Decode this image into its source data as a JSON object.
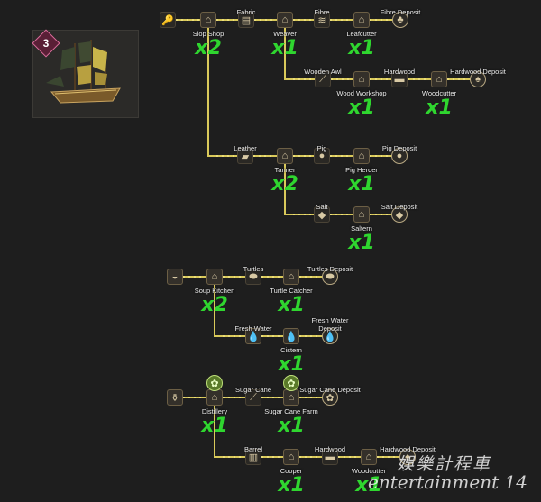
{
  "ship": {
    "tier": "3",
    "icon": "pirate-ship"
  },
  "nodes": [
    {
      "id": "start",
      "icon": "key-icon",
      "glyph": "🔑",
      "shape": "plain",
      "label": ""
    },
    {
      "id": "slop-shop",
      "icon": "shop-building-icon",
      "glyph": "⌂",
      "shape": "square",
      "label": "Slop Shop"
    },
    {
      "id": "fabric",
      "icon": "fabric-bolt-icon",
      "glyph": "▤",
      "shape": "plain",
      "label": "Fabric"
    },
    {
      "id": "weaver",
      "icon": "loom-building-icon",
      "glyph": "⌂",
      "shape": "square",
      "label": "Weaver"
    },
    {
      "id": "fibre",
      "icon": "fibre-icon",
      "glyph": "≋",
      "shape": "plain",
      "label": "Fibre"
    },
    {
      "id": "leafcutter",
      "icon": "leaf-building-icon",
      "glyph": "⌂",
      "shape": "square",
      "label": "Leafcutter"
    },
    {
      "id": "fibre-deposit",
      "icon": "fibre-deposit-icon",
      "glyph": "♣",
      "shape": "round",
      "label": "Fibre Deposit"
    },
    {
      "id": "wooden-awl",
      "icon": "awl-icon",
      "glyph": "⟋",
      "shape": "plain",
      "label": "Wooden Awl"
    },
    {
      "id": "wood-workshop",
      "icon": "workshop-building-icon",
      "glyph": "⌂",
      "shape": "square",
      "label": "Wood Workshop"
    },
    {
      "id": "hardwood-1",
      "icon": "hardwood-icon",
      "glyph": "▬",
      "shape": "plain",
      "label": "Hardwood"
    },
    {
      "id": "woodcutter-1",
      "icon": "woodcutter-building-icon",
      "glyph": "⌂",
      "shape": "square",
      "label": "Woodcutter"
    },
    {
      "id": "hardwood-deposit-1",
      "icon": "hardwood-deposit-icon",
      "glyph": "♠",
      "shape": "round",
      "label": "Hardwood Deposit"
    },
    {
      "id": "leather",
      "icon": "leather-icon",
      "glyph": "▰",
      "shape": "plain",
      "label": "Leather"
    },
    {
      "id": "tanner",
      "icon": "tanner-building-icon",
      "glyph": "⌂",
      "shape": "square",
      "label": "Tanner"
    },
    {
      "id": "pig",
      "icon": "pig-icon",
      "glyph": "●",
      "shape": "plain",
      "label": "Pig"
    },
    {
      "id": "pig-herder",
      "icon": "pig-herder-building-icon",
      "glyph": "⌂",
      "shape": "square",
      "label": "Pig Herder"
    },
    {
      "id": "pig-deposit",
      "icon": "pig-deposit-icon",
      "glyph": "●",
      "shape": "round",
      "label": "Pig Deposit"
    },
    {
      "id": "salt",
      "icon": "salt-icon",
      "glyph": "◆",
      "shape": "plain",
      "label": "Salt"
    },
    {
      "id": "saltern",
      "icon": "saltern-building-icon",
      "glyph": "⌂",
      "shape": "square",
      "label": "Saltern"
    },
    {
      "id": "salt-deposit",
      "icon": "salt-deposit-icon",
      "glyph": "◆",
      "shape": "round",
      "label": "Salt Deposit"
    },
    {
      "id": "soup-out",
      "icon": "soup-bowl-icon",
      "glyph": "◒",
      "shape": "square",
      "label": ""
    },
    {
      "id": "soup-kitchen",
      "icon": "kitchen-building-icon",
      "glyph": "⌂",
      "shape": "square",
      "label": "Soup Kitchen"
    },
    {
      "id": "turtles",
      "icon": "turtle-icon",
      "glyph": "⬬",
      "shape": "plain",
      "label": "Turtles"
    },
    {
      "id": "turtle-catcher",
      "icon": "catcher-building-icon",
      "glyph": "⌂",
      "shape": "square",
      "label": "Turtle Catcher"
    },
    {
      "id": "turtles-deposit",
      "icon": "turtles-deposit-icon",
      "glyph": "⬬",
      "shape": "round",
      "label": "Turtles Deposit"
    },
    {
      "id": "fresh-water",
      "icon": "water-drop-icon",
      "glyph": "💧",
      "shape": "square",
      "label": "Fresh Water"
    },
    {
      "id": "cistern",
      "icon": "cistern-building-icon",
      "glyph": "💧",
      "shape": "square",
      "label": "Cistern"
    },
    {
      "id": "fresh-water-deposit",
      "icon": "water-deposit-icon",
      "glyph": "💧",
      "shape": "round",
      "label": "Fresh Water Deposit"
    },
    {
      "id": "rum-out",
      "icon": "bottle-icon",
      "glyph": "⚱",
      "shape": "square",
      "label": ""
    },
    {
      "id": "distillery",
      "icon": "distillery-building-icon",
      "glyph": "⌂",
      "shape": "square",
      "label": "Distillery"
    },
    {
      "id": "distillery-top",
      "icon": "sugar-badge-icon",
      "glyph": "✿",
      "shape": "green",
      "label": ""
    },
    {
      "id": "sugar-cane",
      "icon": "sugar-cane-icon",
      "glyph": "⟋",
      "shape": "plain",
      "label": "Sugar Cane"
    },
    {
      "id": "sugar-cane-farm",
      "icon": "farm-building-icon",
      "glyph": "⌂",
      "shape": "square",
      "label": "Sugar Cane Farm"
    },
    {
      "id": "sugar-farm-top",
      "icon": "sugar-badge-icon",
      "glyph": "✿",
      "shape": "green",
      "label": ""
    },
    {
      "id": "sugar-cane-deposit",
      "icon": "sugar-deposit-icon",
      "glyph": "✿",
      "shape": "round",
      "label": "Sugar Cane Deposit"
    },
    {
      "id": "barrel",
      "icon": "barrel-icon",
      "glyph": "▥",
      "shape": "plain",
      "label": "Barrel"
    },
    {
      "id": "cooper",
      "icon": "cooper-building-icon",
      "glyph": "⌂",
      "shape": "square",
      "label": "Cooper"
    },
    {
      "id": "hardwood-2",
      "icon": "hardwood-icon",
      "glyph": "▬",
      "shape": "plain",
      "label": "Hardwood"
    },
    {
      "id": "woodcutter-2",
      "icon": "woodcutter-building-icon",
      "glyph": "⌂",
      "shape": "square",
      "label": "Woodcutter"
    },
    {
      "id": "hardwood-deposit-2",
      "icon": "hardwood-deposit-icon",
      "glyph": "♠",
      "shape": "round",
      "label": "Hardwood Deposit"
    }
  ],
  "multipliers": [
    {
      "node": "slop-shop",
      "text": "x2"
    },
    {
      "node": "weaver",
      "text": "x1"
    },
    {
      "node": "leafcutter",
      "text": "x1"
    },
    {
      "node": "wood-workshop",
      "text": "x1"
    },
    {
      "node": "woodcutter-1",
      "text": "x1"
    },
    {
      "node": "tanner",
      "text": "x2"
    },
    {
      "node": "pig-herder",
      "text": "x1"
    },
    {
      "node": "saltern",
      "text": "x1"
    },
    {
      "node": "soup-kitchen",
      "text": "x2"
    },
    {
      "node": "turtle-catcher",
      "text": "x1"
    },
    {
      "node": "cistern",
      "text": "x1"
    },
    {
      "node": "distillery",
      "text": "x1"
    },
    {
      "node": "sugar-cane-farm",
      "text": "x1"
    },
    {
      "node": "cooper",
      "text": "x1"
    },
    {
      "node": "woodcutter-2",
      "text": "x1"
    }
  ],
  "edges": [
    [
      "start",
      "slop-shop"
    ],
    [
      "slop-shop",
      "fabric"
    ],
    [
      "fabric",
      "weaver"
    ],
    [
      "weaver",
      "fibre"
    ],
    [
      "fibre",
      "leafcutter"
    ],
    [
      "leafcutter",
      "fibre-deposit"
    ],
    [
      "weaver",
      "wooden-awl"
    ],
    [
      "wooden-awl",
      "wood-workshop"
    ],
    [
      "wood-workshop",
      "hardwood-1"
    ],
    [
      "hardwood-1",
      "woodcutter-1"
    ],
    [
      "woodcutter-1",
      "hardwood-deposit-1"
    ],
    [
      "slop-shop",
      "leather"
    ],
    [
      "leather",
      "tanner"
    ],
    [
      "tanner",
      "pig"
    ],
    [
      "pig",
      "pig-herder"
    ],
    [
      "pig-herder",
      "pig-deposit"
    ],
    [
      "tanner",
      "salt"
    ],
    [
      "salt",
      "saltern"
    ],
    [
      "saltern",
      "salt-deposit"
    ],
    [
      "soup-out",
      "soup-kitchen"
    ],
    [
      "soup-kitchen",
      "turtles"
    ],
    [
      "turtles",
      "turtle-catcher"
    ],
    [
      "turtle-catcher",
      "turtles-deposit"
    ],
    [
      "soup-kitchen",
      "fresh-water"
    ],
    [
      "fresh-water",
      "cistern"
    ],
    [
      "cistern",
      "fresh-water-deposit"
    ],
    [
      "rum-out",
      "distillery"
    ],
    [
      "distillery",
      "sugar-cane"
    ],
    [
      "sugar-cane",
      "sugar-cane-farm"
    ],
    [
      "sugar-cane-farm",
      "sugar-cane-deposit"
    ],
    [
      "distillery",
      "barrel"
    ],
    [
      "barrel",
      "cooper"
    ],
    [
      "cooper",
      "hardwood-2"
    ],
    [
      "hardwood-2",
      "woodcutter-2"
    ],
    [
      "woodcutter-2",
      "hardwood-deposit-2"
    ]
  ],
  "watermark": {
    "cjk": "娛樂計程車",
    "latin": "entertainment 14"
  },
  "colors": {
    "link": "#d9c95a",
    "multiplier": "#2fd62f",
    "background": "#1e1e1e"
  }
}
